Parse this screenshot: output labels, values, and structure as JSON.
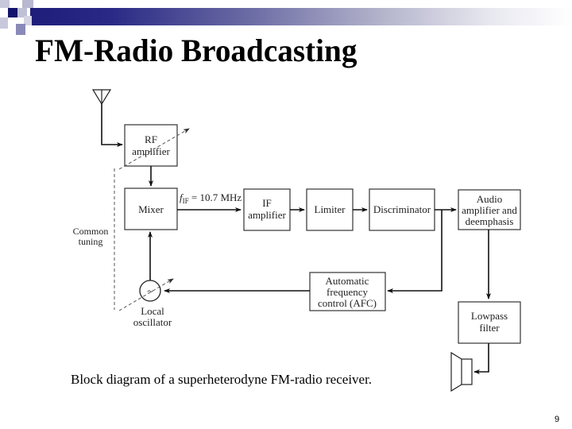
{
  "slide": {
    "title": "FM-Radio Broadcasting",
    "caption": "Block diagram of a superheterodyne FM-radio receiver.",
    "page_number": "9",
    "accent_color": "#1e1e7a"
  },
  "diagram": {
    "blocks": {
      "rf_amplifier": [
        "RF",
        "amplifier"
      ],
      "mixer": [
        "Mixer"
      ],
      "if_amplifier": [
        "IF",
        "amplifier"
      ],
      "limiter": [
        "Limiter"
      ],
      "discriminator": [
        "Discriminator"
      ],
      "audio_amplifier": [
        "Audio",
        "amplifier and",
        "deemphasis"
      ],
      "afc": [
        "Automatic",
        "frequency",
        "control (AFC)"
      ],
      "lowpass_filter": [
        "Lowpass",
        "filter"
      ]
    },
    "labels": {
      "if_frequency_symbol": "f",
      "if_frequency_subscript": "IF",
      "if_frequency_value": " = 10.7 MHz",
      "common_tuning": [
        "Common",
        "tuning"
      ],
      "local_oscillator": [
        "Local",
        "oscillator"
      ],
      "oscillator_symbol": "~"
    },
    "icons": [
      "antenna-icon",
      "loudspeaker-icon",
      "oscillator-icon"
    ]
  }
}
